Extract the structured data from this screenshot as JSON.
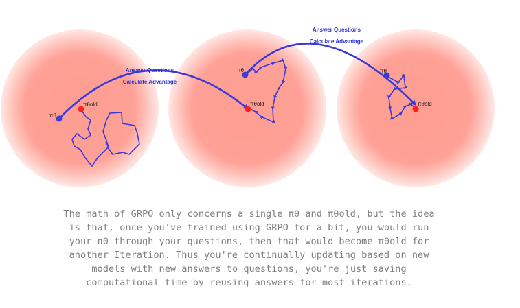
{
  "labels": {
    "pi_theta": "πθ",
    "pi_theta_old": "πθold"
  },
  "arrows": {
    "arrow1": {
      "line1": "Answer Questions",
      "line2": "Calculate Advantage"
    },
    "arrow2": {
      "line1": "Answer Questions",
      "line2": "Calculate Advantage"
    }
  },
  "caption": "The math of GRPO only concerns a single πθ and πθold, but the idea is that, once you've trained using GRPO for a bit, you would run your πθ through your questions, then that would become πθold for another Iteration. Thus you're continually updating based on new models with new answers to questions, you're just saving computational time by reusing answers for most iterations.",
  "colors": {
    "halo": "#ff9d90",
    "walk": "#3a3ad8",
    "pi_theta_dot": "#3d3ad6",
    "pi_theta_old_dot": "#ff1f1f",
    "caption": "#808080"
  }
}
